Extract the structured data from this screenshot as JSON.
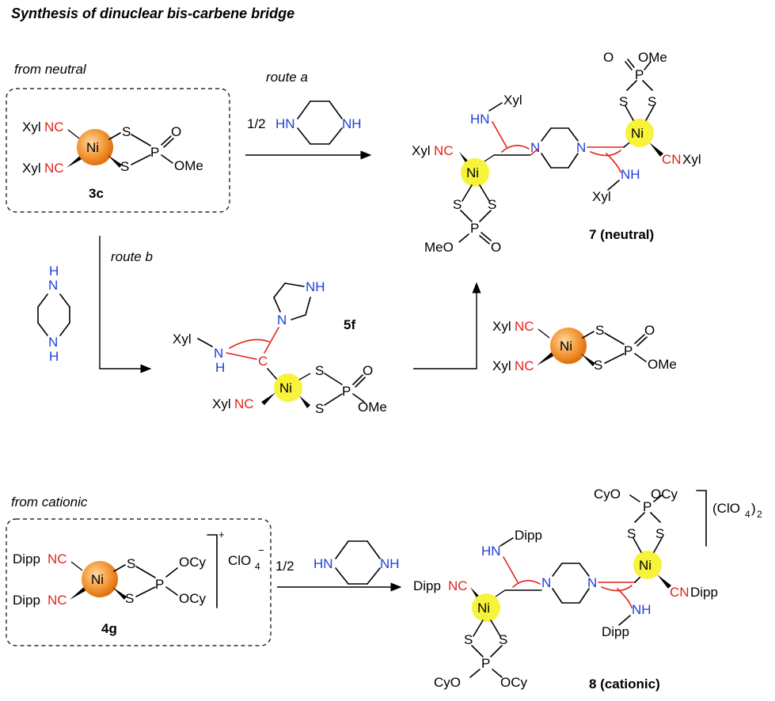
{
  "title": "Synthesis of dinuclear bis-carbene bridge",
  "sections": {
    "neutral": "from neutral",
    "cationic": "from cationic"
  },
  "routes": {
    "a": "route a",
    "b": "route b",
    "half": "1/2"
  },
  "atoms": {
    "Ni": "Ni",
    "S": "S",
    "P": "P",
    "O": "O",
    "N": "N",
    "C": "C",
    "H": "H",
    "NH": "NH",
    "HN": "HN",
    "Xyl": "Xyl",
    "Dipp": "Dipp",
    "NC": "NC",
    "CN": "CN",
    "OMe": "OMe",
    "MeO": "MeO",
    "OCy": "OCy",
    "CyO": "CyO",
    "ClO4": "ClO",
    "sub4": "4",
    "sub2": "2",
    "plus": "+",
    "minus": "−",
    "ClO4_2_open": "(ClO",
    "ClO4_2_close": ")"
  },
  "compounds": {
    "c3c": "3c",
    "c5f": "5f",
    "c7": "7 (neutral)",
    "c4g": "4g",
    "c8": "8 (cationic)"
  },
  "colors": {
    "red": "#e2231a",
    "blue": "#1f3fd6",
    "ni_orange": "#f28a1c",
    "ni_yellow": "#f7f23a"
  }
}
